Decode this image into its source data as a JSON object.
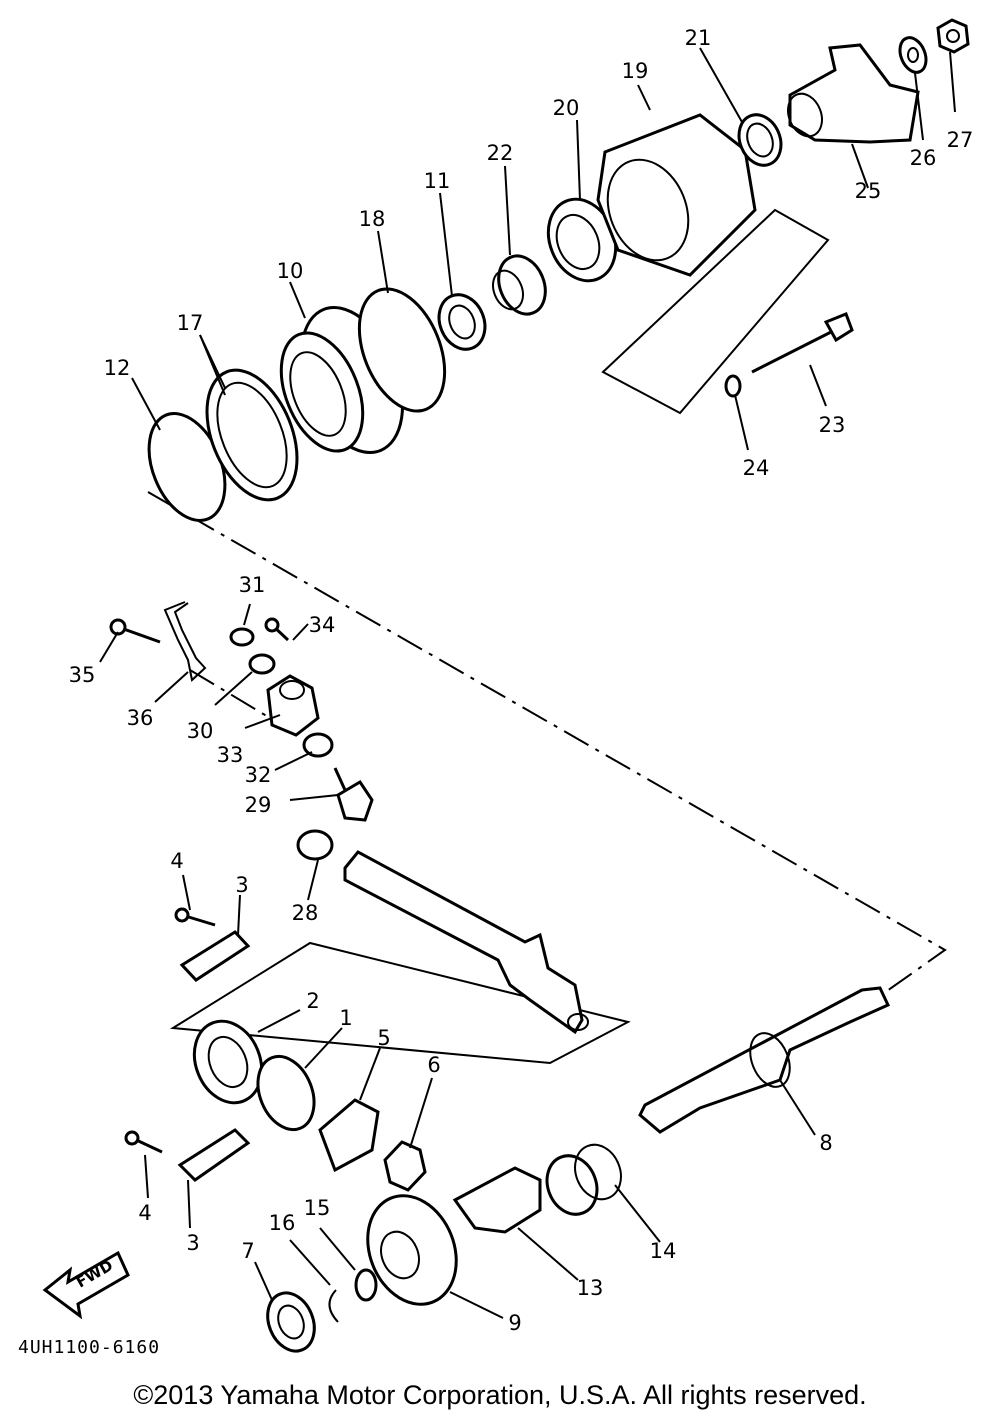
{
  "diagram_code": "4UH1100-6160",
  "fwd_label": "FWD",
  "copyright": "©2013 Yamaha Motor Corporation, U.S.A. All rights reserved.",
  "callouts": {
    "c1": "1",
    "c2": "2",
    "c3a": "3",
    "c3b": "3",
    "c4a": "4",
    "c4b": "4",
    "c5": "5",
    "c6": "6",
    "c7": "7",
    "c8": "8",
    "c9": "9",
    "c10": "10",
    "c11": "11",
    "c12": "12",
    "c13": "13",
    "c14": "14",
    "c15": "15",
    "c16": "16",
    "c17": "17",
    "c18": "18",
    "c19": "19",
    "c20": "20",
    "c21": "21",
    "c22": "22",
    "c23": "23",
    "c24": "24",
    "c25": "25",
    "c26": "26",
    "c27": "27",
    "c28": "28",
    "c29": "29",
    "c30": "30",
    "c31": "31",
    "c32": "32",
    "c33": "33",
    "c34": "34",
    "c35": "35",
    "c36": "36"
  }
}
